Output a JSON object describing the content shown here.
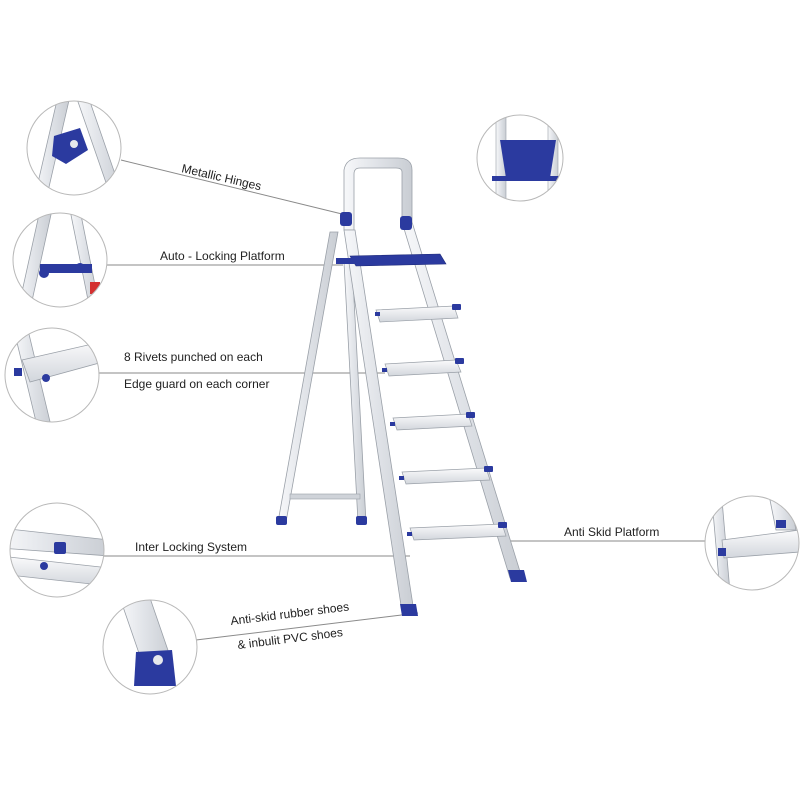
{
  "labels": {
    "metallic_hinges": "Metallic Hinges",
    "auto_locking": "Auto - Locking Platform",
    "rivets": "8 Rivets punched on each",
    "edge_guard": "Edge guard on each corner",
    "inter_locking": "Inter Locking System",
    "anti_skid_shoes": "Anti-skid rubber shoes",
    "pvc_shoes": "& inbulit PVC shoes",
    "anti_skid_platform": "Anti Skid Platform"
  },
  "colors": {
    "aluminium": "#e6e8ec",
    "aluminium_edge": "#9aa0a8",
    "accent_blue": "#2b3a9f",
    "leader": "#8a8a8a",
    "circle_border": "#b8b8b8",
    "warning_red": "#d43030"
  }
}
